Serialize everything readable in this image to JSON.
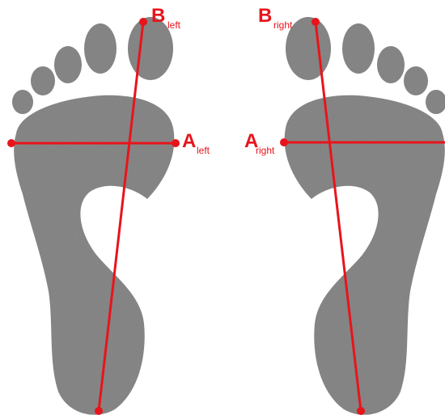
{
  "colors": {
    "background": "#ffffff",
    "foot": "#8a8a8a",
    "foot_dark": "#6e6e6e",
    "measure": "#e8141b"
  },
  "labels": {
    "a_left": {
      "main": "A",
      "sub": "left"
    },
    "b_left": {
      "main": "B",
      "sub": "left"
    },
    "a_right": {
      "main": "A",
      "sub": "right"
    },
    "b_right": {
      "main": "B",
      "sub": "right"
    }
  }
}
